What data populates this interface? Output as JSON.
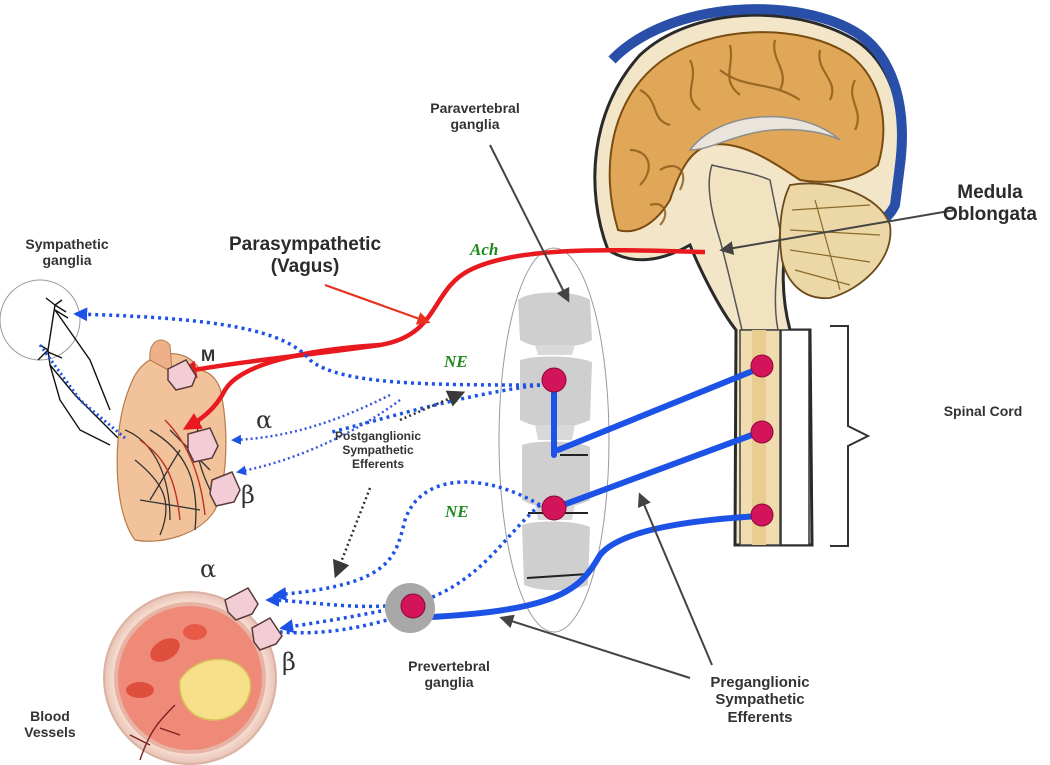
{
  "labels": {
    "paravertebral": "Paravertebral\nganglia",
    "medula": "Medula\nOblongata",
    "sympathetic_ganglia": "Sympathetic\nganglia",
    "parasympathetic": "Parasympathetic\n(Vagus)",
    "ach": "Ach",
    "ne_top": "NE",
    "ne_bottom": "NE",
    "m": "M",
    "alpha_heart": "α",
    "beta_heart": "β",
    "alpha_vessel": "α",
    "beta_vessel": "β",
    "postganglionic": "Postganglionic\nSympathetic\nEfferents",
    "spinal_cord": "Spinal Cord",
    "prevertebral": "Prevertebral\nganglia",
    "preganglionic": "Preganglionic\nSympathetic\nEfferents",
    "blood_vessels": "Blood\nVessels"
  },
  "colors": {
    "parasympathetic": "#e8191f",
    "sympathetic": "#1d52e6",
    "ganglion": "#d4145a",
    "transmitter_text": "#1f8a1f",
    "receptor": "#f2cdd6"
  },
  "icons": {
    "brain": "brain-sagittal-section",
    "heart": "heart-illustration",
    "vessel": "blood-vessel-cross-section",
    "spine": "vertebral-column"
  }
}
